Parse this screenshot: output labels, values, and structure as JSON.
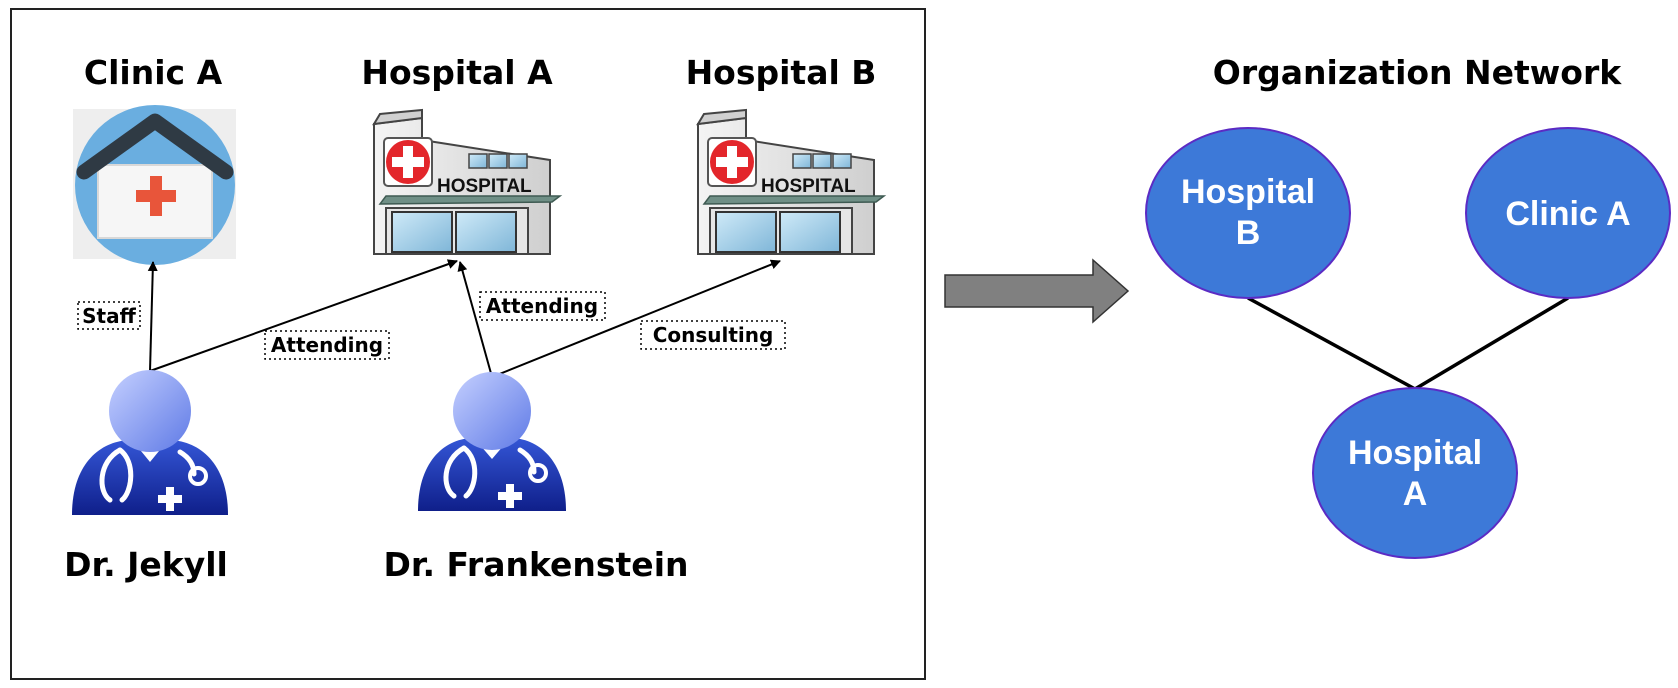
{
  "left_panel": {
    "facilities": [
      {
        "id": "clinic-a",
        "name": "Clinic A",
        "type": "clinic"
      },
      {
        "id": "hospital-a",
        "name": "Hospital A",
        "type": "hospital",
        "sign": "HOSPITAL"
      },
      {
        "id": "hospital-b",
        "name": "Hospital B",
        "type": "hospital",
        "sign": "HOSPITAL"
      }
    ],
    "doctors": [
      {
        "id": "jekyll",
        "name": "Dr. Jekyll"
      },
      {
        "id": "frankenstein",
        "name": "Dr. Frankenstein"
      }
    ],
    "edges": [
      {
        "from": "jekyll",
        "to": "clinic-a",
        "label": "Staff"
      },
      {
        "from": "jekyll",
        "to": "hospital-a",
        "label": "Attending"
      },
      {
        "from": "frankenstein",
        "to": "hospital-a",
        "label": "Attending"
      },
      {
        "from": "frankenstein",
        "to": "hospital-b",
        "label": "Consulting"
      }
    ]
  },
  "right_panel": {
    "title": "Organization Network",
    "nodes": [
      {
        "id": "hospital-b",
        "lines": [
          "Hospital",
          "B"
        ]
      },
      {
        "id": "clinic-a",
        "lines": [
          "Clinic A"
        ]
      },
      {
        "id": "hospital-a",
        "lines": [
          "Hospital",
          "A"
        ]
      }
    ],
    "links": [
      {
        "from": "hospital-b",
        "to": "hospital-a"
      },
      {
        "from": "clinic-a",
        "to": "hospital-a"
      }
    ]
  },
  "colors": {
    "node_fill": "#3d79d8",
    "node_stroke": "#5b2bc4",
    "arrow_fill": "#808080",
    "doctor_blue": "#1f3fbf",
    "doctor_head": "#8aa0f0",
    "cross_red": "#e0282a",
    "clinic_circle": "#6aaee0"
  }
}
